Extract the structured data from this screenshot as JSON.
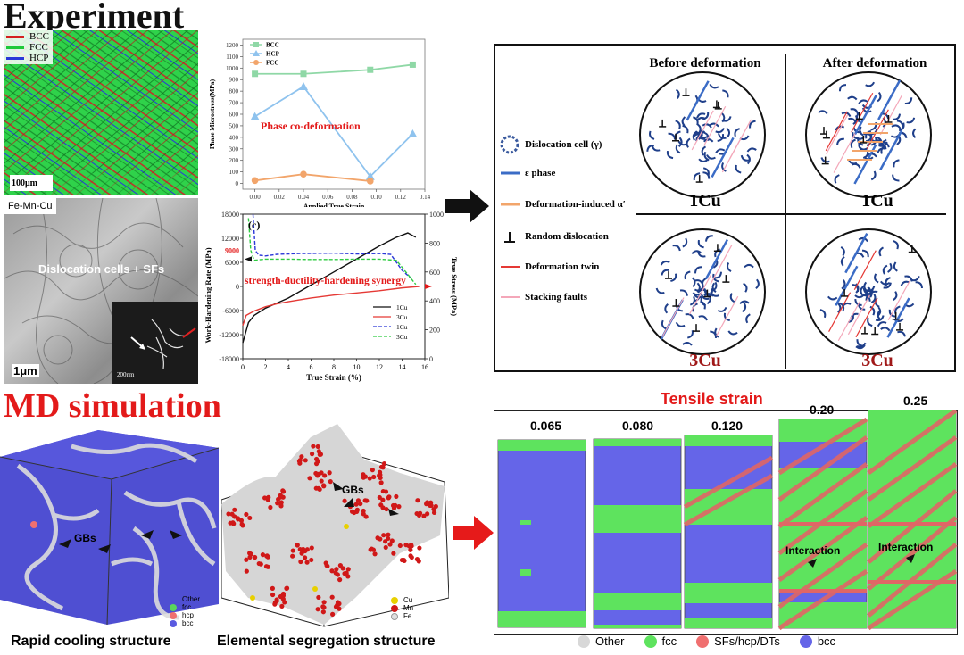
{
  "experiment": {
    "title": "Experiment",
    "ebsd_legend": [
      {
        "label": "BCC",
        "color": "#d42020"
      },
      {
        "label": "FCC",
        "color": "#1fc93a"
      },
      {
        "label": "HCP",
        "color": "#2a37d8"
      }
    ],
    "ebsd_scale": "100μm",
    "tem_label": "Fe-Mn-Cu",
    "tem_caption": "Dislocation cells + SFs",
    "tem_scale": "1μm",
    "tem_inset_scale": "200nm"
  },
  "microstress_chart": {
    "annotation": "Phase co-deformation",
    "chart_data": {
      "type": "line",
      "xlabel": "Applied True Strain",
      "ylabel": "Phase Microstress(MPa)",
      "xlim": [
        -0.01,
        0.14
      ],
      "ylim": [
        -50,
        1250
      ],
      "xticks": [
        "0.00",
        "0.02",
        "0.04",
        "0.06",
        "0.08",
        "0.10",
        "0.12",
        "0.14"
      ],
      "yticks": [
        "0",
        "100",
        "200",
        "300",
        "400",
        "500",
        "600",
        "700",
        "800",
        "900",
        "1000",
        "1100",
        "1200"
      ],
      "legend_position": "top-left",
      "series": [
        {
          "name": "BCC",
          "color": "#8fd8a6",
          "marker": "square",
          "x": [
            0.0,
            0.04,
            0.095,
            0.13
          ],
          "y": [
            950,
            950,
            985,
            1030
          ]
        },
        {
          "name": "HCP",
          "color": "#8fc3ee",
          "marker": "triangle",
          "x": [
            0.0,
            0.04,
            0.095,
            0.13
          ],
          "y": [
            580,
            840,
            60,
            430
          ]
        },
        {
          "name": "FCC",
          "color": "#f2a56b",
          "marker": "circle",
          "x": [
            0.0,
            0.04,
            0.095
          ],
          "y": [
            25,
            80,
            20
          ]
        }
      ]
    }
  },
  "hardening_chart": {
    "panel_label": "(c)",
    "annotation": "strength-ductility-hardening synergy",
    "highlight_tick": "9000",
    "chart_data": {
      "type": "line",
      "xlabel": "True Strain (%)",
      "ylabel": "Work-Hardening Rate (MPa)",
      "y2label": "True Stress (MPa)",
      "xlim": [
        0,
        16
      ],
      "ylim": [
        -18000,
        18000
      ],
      "y2lim": [
        0,
        1000
      ],
      "xticks": [
        "0",
        "2",
        "4",
        "6",
        "8",
        "10",
        "12",
        "14",
        "16"
      ],
      "yticks": [
        "-18000",
        "-12000",
        "-6000",
        "0",
        "6000",
        "12000",
        "18000"
      ],
      "y2ticks": [
        "0",
        "200",
        "400",
        "600",
        "800",
        "1000"
      ],
      "legend_position": "bottom-right",
      "series": [
        {
          "name": "1Cu",
          "style": "solid",
          "color": "#111111",
          "axis": "right",
          "x": [
            0,
            0.5,
            1,
            2,
            3,
            4,
            6,
            8,
            10,
            12,
            13.5,
            14.5,
            15.2
          ],
          "y": [
            110,
            250,
            300,
            350,
            385,
            420,
            510,
            600,
            690,
            780,
            840,
            870,
            840
          ]
        },
        {
          "name": "3Cu",
          "style": "solid",
          "color": "#e53935",
          "axis": "right",
          "x": [
            0,
            0.3,
            1,
            2,
            3,
            4,
            6,
            8,
            10,
            12,
            14,
            15.5
          ],
          "y": [
            230,
            300,
            330,
            360,
            380,
            395,
            420,
            440,
            455,
            470,
            490,
            500
          ]
        },
        {
          "name": "1Cu",
          "style": "dashed",
          "color": "#2a37d8",
          "axis": "left",
          "x": [
            0.9,
            1.1,
            1.4,
            2,
            3,
            5,
            8,
            10,
            12,
            13,
            14,
            14.8
          ],
          "y": [
            18000,
            9000,
            7800,
            7600,
            8000,
            8200,
            8300,
            8100,
            8200,
            8000,
            4000,
            2000
          ]
        },
        {
          "name": "3Cu",
          "style": "dashed",
          "color": "#2ecc40",
          "axis": "left",
          "x": [
            0.5,
            0.7,
            1,
            2,
            4,
            6,
            8,
            10,
            12,
            13.5,
            14.5,
            15.2
          ],
          "y": [
            17000,
            9000,
            6500,
            6800,
            6800,
            6700,
            6700,
            6800,
            6800,
            6500,
            3000,
            500
          ]
        }
      ]
    }
  },
  "schematic": {
    "col_before": "Before deformation",
    "col_after": "After deformation",
    "row_top": "1Cu",
    "row_bottom": "3Cu",
    "legend": [
      {
        "label": "Dislocation cell (γ)",
        "icon": "dislocation-cell-icon",
        "color": "#3a5a9e"
      },
      {
        "label": "ε phase",
        "icon": "epsilon-line-icon",
        "color": "#3b6cc6"
      },
      {
        "label": "Deformation-induced α′",
        "icon": "alpha-line-icon",
        "color": "#f2a56b"
      },
      {
        "label": "Random dislocation",
        "icon": "perp-symbol-icon",
        "color": "#111111"
      },
      {
        "label": "Deformation twin",
        "icon": "twin-line-icon",
        "color": "#e53935"
      },
      {
        "label": "Stacking faults",
        "icon": "sf-line-icon",
        "color": "#f4a7b9"
      }
    ]
  },
  "md": {
    "title": "MD simulation",
    "gbs": "GBs",
    "rapid_caption": "Rapid cooling structure",
    "rapid_legend": [
      {
        "label": "Other",
        "color": "#dddddd"
      },
      {
        "label": "fcc",
        "color": "#5ad65a"
      },
      {
        "label": "hcp",
        "color": "#f07070"
      },
      {
        "label": "bcc",
        "color": "#5a5ae0"
      }
    ],
    "seg_caption": "Elemental segregation structure",
    "seg_legend": [
      {
        "label": "Cu",
        "color": "#e8d000"
      },
      {
        "label": "Mn",
        "color": "#d01818"
      },
      {
        "label": "Fe",
        "color": "#e0e0e0"
      }
    ],
    "tensile_title": "Tensile strain",
    "strains": [
      "0.065",
      "0.080",
      "0.120",
      "0.20",
      "0.25"
    ],
    "interaction": "Interaction",
    "bottom_legend": [
      {
        "label": "Other",
        "color": "#d8d8d8"
      },
      {
        "label": "fcc",
        "color": "#5ee35e"
      },
      {
        "label": "SFs/hcp/DTs",
        "color": "#f07070"
      },
      {
        "label": "bcc",
        "color": "#6565e8"
      }
    ]
  }
}
